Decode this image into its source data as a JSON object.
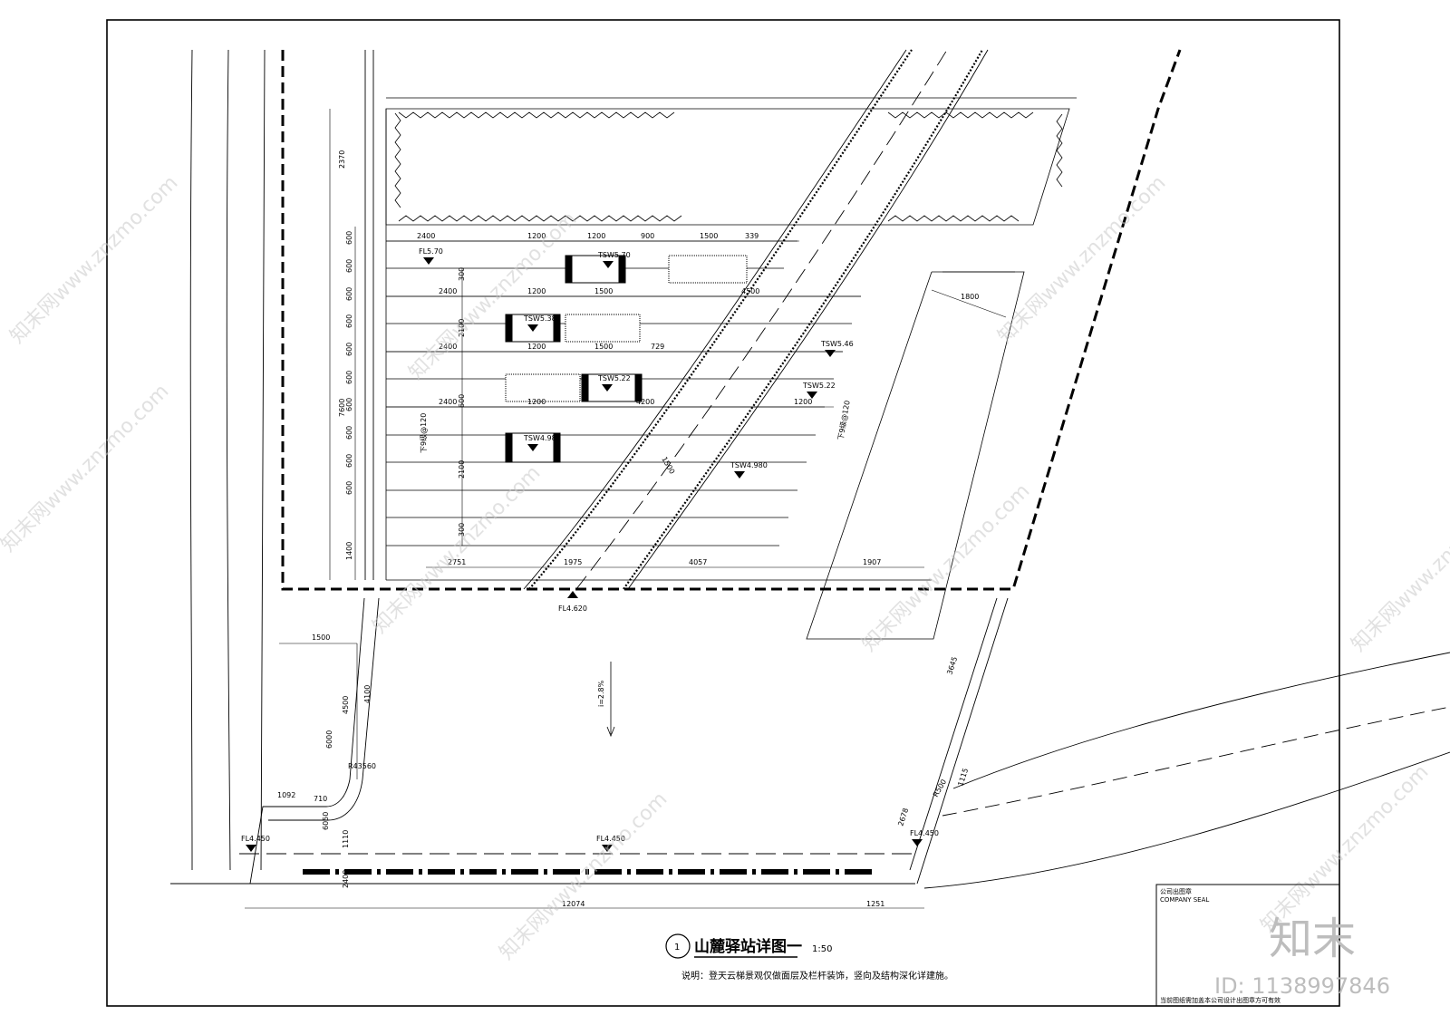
{
  "title_block": {
    "number": "1",
    "title": "山麓驿站详图一",
    "scale": "1:50",
    "note": "说明：登天云梯景观仅做面层及栏杆装饰，竖向及结构深化详建施。"
  },
  "seal_box": {
    "heading_cn": "公司出图章",
    "heading_en": "COMPANY SEAL",
    "footer": "当前图纸需加盖本公司设计出图章方可有效"
  },
  "watermark": {
    "site": "知末网www.znzmo.com",
    "brand": "知末",
    "id": "ID: 1138997846"
  },
  "dimensions": {
    "top_row": [
      "2400",
      "1200",
      "1200",
      "900",
      "1500",
      "339"
    ],
    "row2": [
      "2400",
      "1200",
      "1500",
      "4500"
    ],
    "row3": [
      "2400",
      "1200",
      "1500",
      "729"
    ],
    "row4": [
      "2400",
      "1200",
      "4200",
      "1200"
    ],
    "bottom_row": [
      "2751",
      "1975",
      "4057",
      "1907"
    ],
    "left_vertical": [
      "2370",
      "600",
      "600",
      "600",
      "600",
      "600",
      "600",
      "600",
      "600",
      "600",
      "600",
      "1400",
      "7600"
    ],
    "inner_vertical": [
      "300",
      "2100",
      "600",
      "2100",
      "300"
    ],
    "misc": [
      "1800",
      "1500",
      "1500",
      "4500",
      "4100",
      "6000",
      "1092",
      "710",
      "1110",
      "2400",
      "12074",
      "1251",
      "3645",
      "2678",
      "1115",
      "R500",
      "R43560",
      "6050"
    ],
    "stair_label": "下9级@120"
  },
  "levels": {
    "fl_570": "FL5.70",
    "fl_4620": "FL4.620",
    "fl_4450_a": "FL4.450",
    "fl_4450_b": "FL4.450",
    "fl_4450_c": "FL4.450",
    "tsw_570": "TSW5.70",
    "tsw_5380": "TSW5.380",
    "tsw_546": "TSW5.46",
    "tsw_522a": "TSW5.22",
    "tsw_522b": "TSW5.22",
    "tsw_498": "TSW4.98",
    "tsw_4980": "TSW4.980",
    "slope": "i=2.8%"
  }
}
